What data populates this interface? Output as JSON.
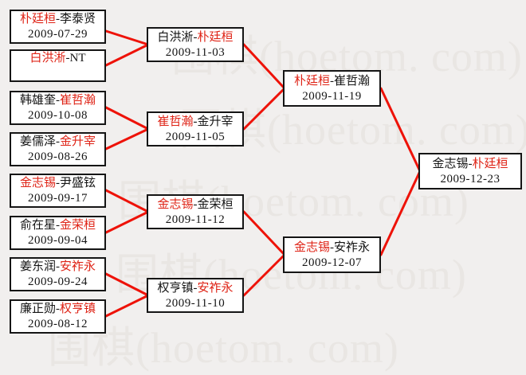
{
  "watermark": {
    "text": "围棋(hoetom. com)"
  },
  "colors": {
    "background": "#f1efee",
    "watermark": "#e9e6e3",
    "winner_red": "#df2417",
    "connector_red": "#ee1208",
    "box_border": "#151515"
  },
  "sep": "-",
  "rounds": {
    "r1": [
      {
        "p1": "朴廷桓",
        "p1_win": true,
        "p2": "李泰贤",
        "p2_win": false,
        "date": "2009-07-29"
      },
      {
        "p1": "白洪淅",
        "p1_win": true,
        "p2": "NT",
        "p2_win": false,
        "date": ""
      },
      {
        "p1": "韩雄奎",
        "p1_win": false,
        "p2": "崔哲瀚",
        "p2_win": true,
        "date": "2009-10-08"
      },
      {
        "p1": "姜儒泽",
        "p1_win": false,
        "p2": "金升宰",
        "p2_win": true,
        "date": "2009-08-26"
      },
      {
        "p1": "金志锡",
        "p1_win": true,
        "p2": "尹盛铉",
        "p2_win": false,
        "date": "2009-09-17"
      },
      {
        "p1": "俞在星",
        "p1_win": false,
        "p2": "金荣桓",
        "p2_win": true,
        "date": "2009-09-04"
      },
      {
        "p1": "姜东润",
        "p1_win": false,
        "p2": "安祚永",
        "p2_win": true,
        "date": "2009-09-24"
      },
      {
        "p1": "廉正勋",
        "p1_win": false,
        "p2": "权亨镇",
        "p2_win": true,
        "date": "2009-08-12"
      }
    ],
    "r2": [
      {
        "p1": "白洪淅",
        "p1_win": false,
        "p2": "朴廷桓",
        "p2_win": true,
        "date": "2009-11-03"
      },
      {
        "p1": "崔哲瀚",
        "p1_win": true,
        "p2": "金升宰",
        "p2_win": false,
        "date": "2009-11-05"
      },
      {
        "p1": "金志锡",
        "p1_win": true,
        "p2": "金荣桓",
        "p2_win": false,
        "date": "2009-11-12"
      },
      {
        "p1": "权亨镇",
        "p1_win": false,
        "p2": "安祚永",
        "p2_win": true,
        "date": "2009-11-10"
      }
    ],
    "sf": [
      {
        "p1": "朴廷桓",
        "p1_win": true,
        "p2": "崔哲瀚",
        "p2_win": false,
        "date": "2009-11-19"
      },
      {
        "p1": "金志锡",
        "p1_win": true,
        "p2": "安祚永",
        "p2_win": false,
        "date": "2009-12-07"
      }
    ],
    "final": [
      {
        "p1": "金志锡",
        "p1_win": false,
        "p2": "朴廷桓",
        "p2_win": true,
        "date": "2009-12-23"
      }
    ]
  }
}
